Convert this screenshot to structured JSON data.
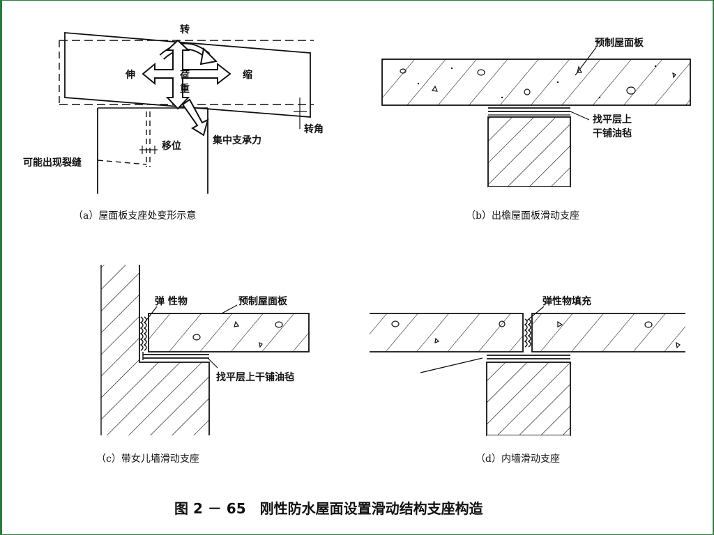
{
  "panel_a": {
    "rotate": "转",
    "extend": "伸",
    "shrink": "缩",
    "load_top": "荷",
    "load_bottom": "重",
    "rotation_angle": "转角",
    "displacement": "移位",
    "concentrated_bearing": "集中支承力",
    "possible_crack": "可能出现裂缝",
    "caption": "（a）屋面板支座处变形示意"
  },
  "panel_b": {
    "precast_slab": "预制屋面板",
    "leveling_line1": "找平层上",
    "leveling_line2": "干铺油毡",
    "caption": "（b）出檐屋面板滑动支座"
  },
  "panel_c": {
    "elastic": "弹 性物",
    "precast_slab": "预制屋面板",
    "leveling": "找平层上干铺油毡",
    "caption": "（c）带女儿墙滑动支座"
  },
  "panel_d": {
    "elastic_fill": "弹性物填充",
    "caption": "（d）内墙滑动支座"
  },
  "figure_title": "图 2 － 65　刚性防水屋面设置滑动结构支座构造"
}
